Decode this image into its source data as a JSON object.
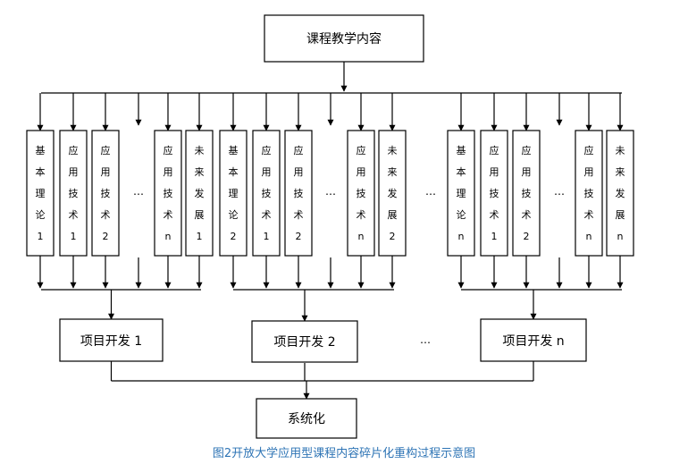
{
  "root": {
    "label": "课程教学内容"
  },
  "groups": [
    {
      "columns": [
        {
          "lines": [
            "基",
            "本",
            "理",
            "论",
            "1"
          ]
        },
        {
          "lines": [
            "应",
            "用",
            "技",
            "术",
            "1"
          ]
        },
        {
          "lines": [
            "应",
            "用",
            "技",
            "术",
            "2"
          ]
        },
        {
          "lines": [
            "应",
            "用",
            "技",
            "术",
            "n"
          ]
        },
        {
          "lines": [
            "未",
            "来",
            "发",
            "展",
            "1"
          ]
        }
      ],
      "project": {
        "label": "项目开发 1"
      }
    },
    {
      "columns": [
        {
          "lines": [
            "基",
            "本",
            "理",
            "论",
            "2"
          ]
        },
        {
          "lines": [
            "应",
            "用",
            "技",
            "术",
            "1"
          ]
        },
        {
          "lines": [
            "应",
            "用",
            "技",
            "术",
            "2"
          ]
        },
        {
          "lines": [
            "应",
            "用",
            "技",
            "术",
            "n"
          ]
        },
        {
          "lines": [
            "未",
            "来",
            "发",
            "展",
            "2"
          ]
        }
      ],
      "project": {
        "label": "项目开发 2"
      }
    },
    {
      "columns": [
        {
          "lines": [
            "基",
            "本",
            "理",
            "论",
            "n"
          ]
        },
        {
          "lines": [
            "应",
            "用",
            "技",
            "术",
            "1"
          ]
        },
        {
          "lines": [
            "应",
            "用",
            "技",
            "术",
            "2"
          ]
        },
        {
          "lines": [
            "应",
            "用",
            "技",
            "术",
            "n"
          ]
        },
        {
          "lines": [
            "未",
            "来",
            "发",
            "展",
            "n"
          ]
        }
      ],
      "project": {
        "label": "项目开发 n"
      }
    }
  ],
  "ellipsis": "…",
  "bottom": {
    "label": "系统化"
  },
  "caption": {
    "text": "图2开放大学应用型课程内容碎片化重构过程示意图",
    "color": "#2e74b5"
  }
}
